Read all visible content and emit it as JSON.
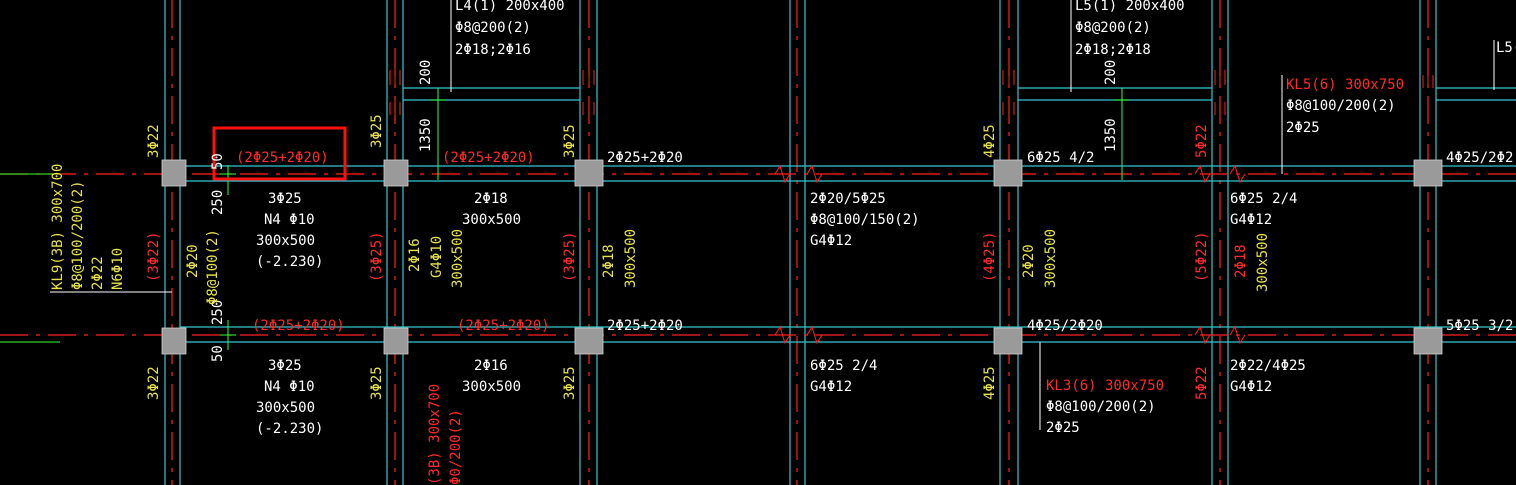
{
  "colors": {
    "background": "#000000",
    "beam_outline": "#35c6cf",
    "axis": "#ff2020",
    "dimension": "#33ff33",
    "text_white": "#ffffff",
    "text_yellow": "#e8e34a",
    "text_red": "#ff2b2b",
    "column": "#9a9a9a",
    "highlight": "#ff1010"
  },
  "labels": {
    "top_l4_1": "L4(1) 200x400",
    "top_l4_2": "Φ8@200(2)",
    "top_l4_3": "2Φ18;2Φ16",
    "top_l5_1": "L5(1) 200x400",
    "top_l5_2": "Φ8@200(2)",
    "top_l5_3": "2Φ18;2Φ18",
    "l5_right": "L5(",
    "kl5_1": "KL5(6) 300x750",
    "kl5_2": "Φ8@100/200(2)",
    "kl5_3": "2Φ25",
    "hl_text": "(2Φ25+2Φ20)",
    "b1_top": "(2Φ25+2Φ20)",
    "b2_top": "2Φ25+2Φ20",
    "b3_top": "6Φ25 4/2",
    "b4_top": "4Φ25/2Φ2",
    "s1_a": "3Φ25",
    "s1_b": "N4 Φ10",
    "s1_c": "300x500",
    "s1_d": "(-2.230)",
    "s2_a": "2Φ18",
    "s2_b": "300x500",
    "s3_a": "2Φ20/5Φ25",
    "s3_b": "Φ8@100/150(2)",
    "s3_c": "G4Φ12",
    "s4_a": "6Φ25 2/4",
    "s4_b": "G4Φ12",
    "bot_b0": "(2Φ25+2Φ20)",
    "bot_b1": "(2Φ25+2Φ20)",
    "bot_b2": "2Φ25+2Φ20",
    "bot_b3": "4Φ25/2Φ20",
    "bot_b4": "5Φ25 3/2",
    "u1_a": "3Φ25",
    "u1_b": "N4 Φ10",
    "u1_c": "300x500",
    "u1_d": "(-2.230)",
    "u2_a": "2Φ16",
    "u2_b": "300x500",
    "u3_a": "6Φ25 2/4",
    "u3_b": "G4Φ12",
    "kl3_1": "KL3(6) 300x750",
    "kl3_2": "Φ8@100/200(2)",
    "kl3_3": "2Φ25",
    "u4_a": "2Φ22/4Φ25",
    "u4_b": "G4Φ12",
    "dim_200a": "200",
    "dim_200b": "200",
    "dim_1350a": "1350",
    "dim_1350b": "1350",
    "dim_50a": "50",
    "dim_250a": "250",
    "dim_250b": "250",
    "dim_50b": "50",
    "v_kl9_1": "KL9(3B) 300x700",
    "v_kl9_2": "Φ8@100/200(2)",
    "v_kl9_3": "2Φ22",
    "v_kl9_4": "N6Φ10",
    "v_3phi22_top": "3Φ22",
    "v_3phi22_mid": "(3Φ22)",
    "v_3phi22_bot": "3Φ22",
    "v_2phi20": "2Φ20",
    "v_phi8": "Φ8@100(2)",
    "v_3phi25_top": "3Φ25",
    "v_3phi25_mid": "(3Φ25)",
    "v_3phi25_bot": "3Φ25",
    "v_2phi16": "2Φ16",
    "v_g4phi10": "G4Φ10",
    "v_300x500a": "300x500",
    "v_3phi25_top2": "3Φ25",
    "v_3phi25_mid2": "(3Φ25)",
    "v_3phi25_bot2": "3Φ25",
    "v_2phi18": "2Φ18",
    "v_300x500b": "300x500",
    "v_4phi25_top": "4Φ25",
    "v_4phi25_mid": "(4Φ25)",
    "v_4phi25_bot": "4Φ25",
    "v_2phi20b": "2Φ20",
    "v_300x500c": "300x500",
    "v_5phi22_top": "5Φ22",
    "v_5phi22_mid": "(5Φ22)",
    "v_5phi22_bot": "5Φ22",
    "v_2phi18b": "2Φ18",
    "v_300x500d": "300x500",
    "v_3b_1": "(3B) 300x700",
    "v_3b_2": "Φ0/200(2)"
  }
}
